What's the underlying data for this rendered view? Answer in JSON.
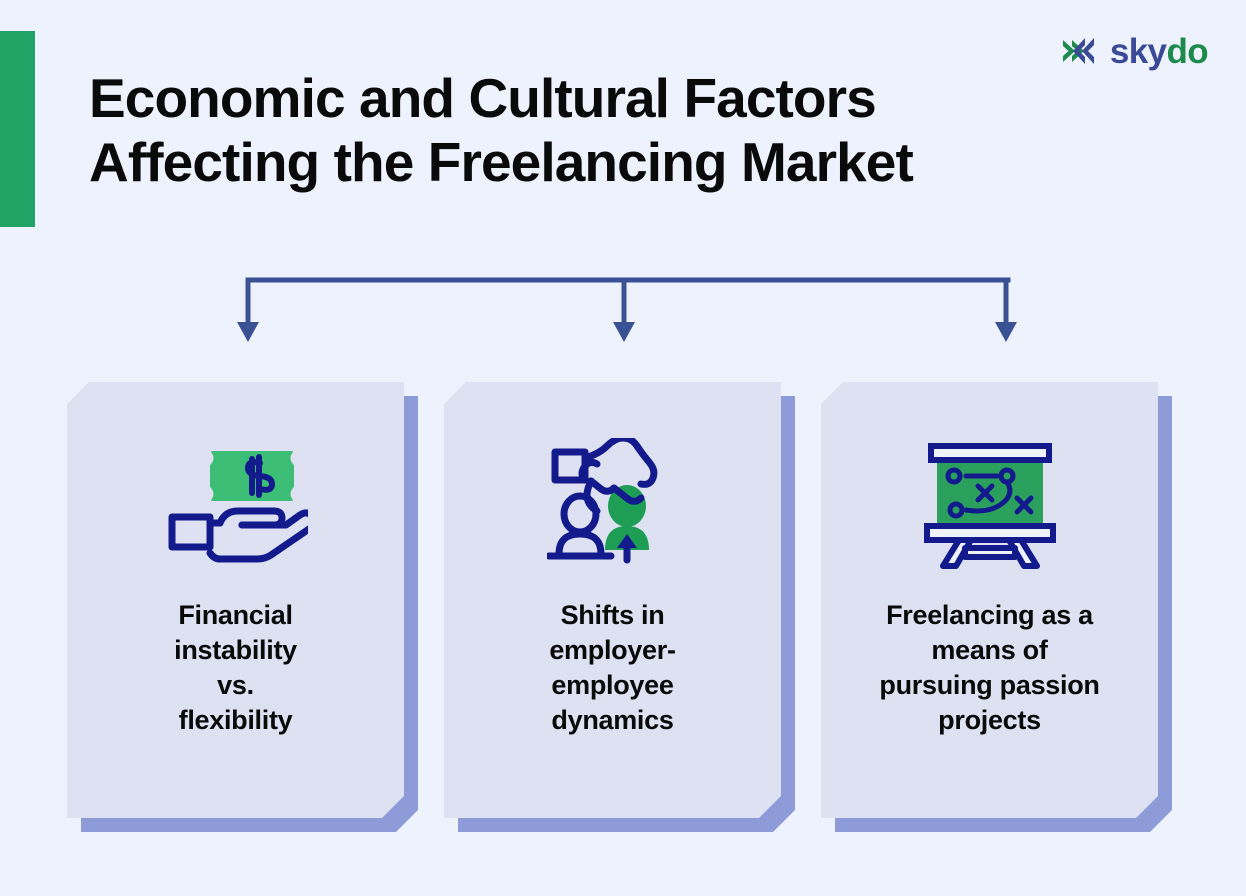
{
  "background_color": "#eef2fc",
  "brand": {
    "logo_icon": "skydo-chevron-logo-icon",
    "name_part1": "sky",
    "name_part2": "do",
    "color_blue": "#3a4a96",
    "color_green": "#1d8a4e"
  },
  "header": {
    "accent_bar_color": "#21a366",
    "title_line1": "Economic and Cultural Factors",
    "title_line2": "Affecting the Freelancing Market",
    "title_full": "Economic and Cultural Factors Affecting the Freelancing Market",
    "title_color": "#0a0a0a"
  },
  "connector": {
    "color": "#3a5293",
    "arrow_count": 3,
    "icon": "down-arrow-icon"
  },
  "cards": [
    {
      "icon": "money-in-hand-icon",
      "icon_description": "Green dollar banknote above an open hand",
      "line1": "Financial",
      "line2": "instability",
      "line3": "vs.",
      "line4": "flexibility",
      "label_full": "Financial instability vs. flexibility",
      "accent_color": "#3dbe76",
      "outline_color": "#131a8c"
    },
    {
      "icon": "hand-picking-person-icon",
      "icon_description": "Hand lifting a green person figure beside a standing person with an up arrow",
      "line1": "Shifts in",
      "line2": "employer-",
      "line3": "employee",
      "line4": "dynamics",
      "label_full": "Shifts in employer-employee dynamics",
      "accent_color": "#1d9e54",
      "outline_color": "#131a8c"
    },
    {
      "icon": "strategy-board-icon",
      "icon_description": "Easel presentation board with green screen showing a tactics diagram",
      "line1": "Freelancing as a",
      "line2": "means of",
      "line3": "pursuing passion",
      "line4": "projects",
      "label_full": "Freelancing as a means of pursuing passion projects",
      "accent_color": "#2ba05c",
      "outline_color": "#131a8c"
    }
  ],
  "card_style": {
    "face_color": "#dde1f2",
    "shadow_color": "#8d9cd8"
  }
}
